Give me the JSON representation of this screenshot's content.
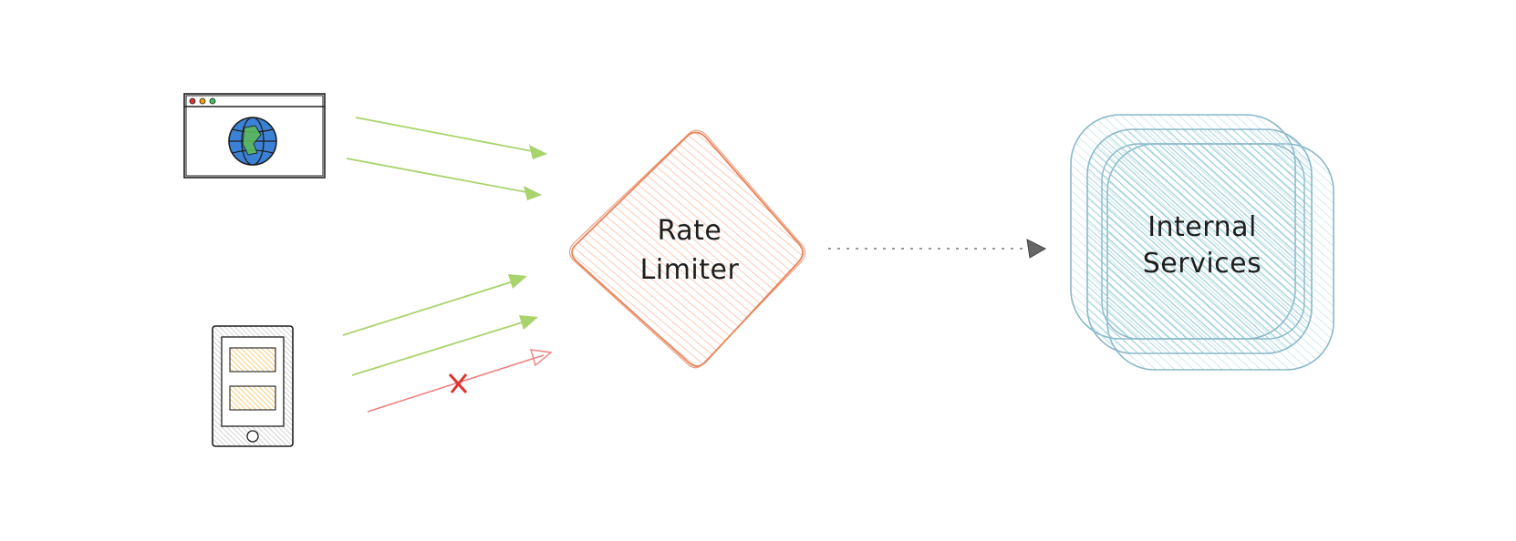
{
  "diagram": {
    "nodes": {
      "rate_limiter": {
        "line1": "Rate",
        "line2": "Limiter"
      },
      "internal_services": {
        "line1": "Internal",
        "line2": "Services"
      }
    },
    "icons": {
      "browser": "browser-window-globe-icon",
      "mobile": "mobile-phone-icon"
    },
    "colors": {
      "allowed_request": "#a9d36c",
      "blocked_request": "#f08080",
      "blocked_mark": "#e03131",
      "rate_limiter_stroke": "#e8835a",
      "rate_limiter_hatch": "#f5b59a",
      "services_stroke": "#8ab8c8",
      "services_hatch": "#9dd0dc",
      "forward_arrow": "#777777",
      "globe": "#3b82d6",
      "screen_card": "#f4c35a"
    }
  }
}
